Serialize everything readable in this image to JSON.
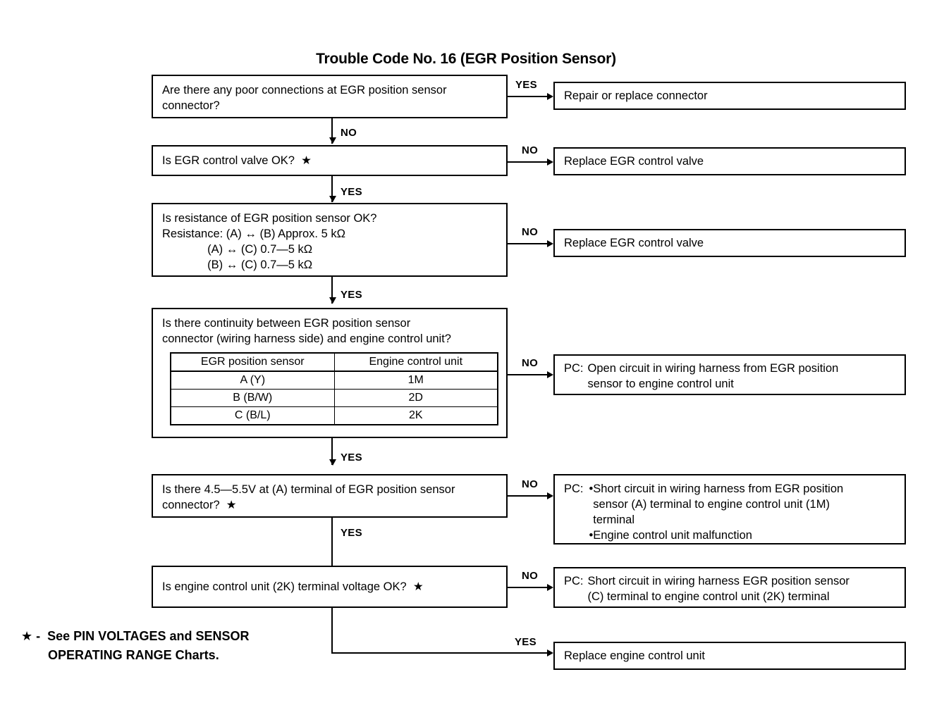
{
  "title": "Trouble Code No. 16 (EGR Position Sensor)",
  "labels": {
    "yes": "YES",
    "no": "NO"
  },
  "steps": [
    {
      "id": "q1",
      "question_line1": "Are there any poor connections at EGR position sensor",
      "question_line2": "connector?",
      "branch_label": "YES",
      "result_line1": "Repair or replace connector",
      "down_label": "NO"
    },
    {
      "id": "q2",
      "question_line1": "Is EGR control valve OK?  ★",
      "branch_label": "NO",
      "result_line1": "Replace EGR control valve",
      "down_label": "YES"
    },
    {
      "id": "q3",
      "question_line1": "Is resistance of EGR position sensor OK?",
      "question_line2": "Resistance: (A) ↔ (B) Approx. 5 kΩ",
      "question_line3": "              (A) ↔ (C) 0.7—5 kΩ",
      "question_line4": "              (B) ↔ (C) 0.7—5 kΩ",
      "branch_label": "NO",
      "result_line1": "Replace EGR control valve",
      "down_label": "YES"
    },
    {
      "id": "q4",
      "question_line1": "Is there continuity between EGR position sensor",
      "question_line2": "connector (wiring harness side) and engine control unit?",
      "branch_label": "NO",
      "result_pc_label": "PC:",
      "result_line1": "Open circuit in wiring harness from EGR position",
      "result_line2": "sensor to engine control unit",
      "down_label": "YES"
    },
    {
      "id": "q5",
      "question_line1": "Is there 4.5—5.5V at (A) terminal of EGR position sensor",
      "question_line2": "connector?  ★",
      "branch_label": "NO",
      "down_label": "YES"
    },
    {
      "id": "q6",
      "question_line1": "Is engine control unit (2K) terminal voltage OK?  ★",
      "branch_label": "NO",
      "down_label": "YES"
    }
  ],
  "continuity_table": {
    "headers": [
      "EGR position sensor",
      "Engine control unit"
    ],
    "rows": [
      [
        "A (Y)",
        "1M"
      ],
      [
        "B (B/W)",
        "2D"
      ],
      [
        "C (B/L)",
        "2K"
      ]
    ]
  },
  "pc_short_a": {
    "label": "PC:",
    "bullet": "•",
    "item1_line1": "Short circuit in wiring harness from EGR position",
    "item1_line2": "sensor (A) terminal to engine control unit (1M)",
    "item1_line3": "terminal",
    "item2_line1": "Engine control unit malfunction"
  },
  "pc_short_c": {
    "label": "PC:",
    "line1": "Short circuit in wiring harness EGR position sensor",
    "line2": "(C) terminal to engine control unit (2K) terminal"
  },
  "final_result": {
    "branch_label": "YES",
    "text": "Replace engine control unit"
  },
  "footnote": {
    "line1": "★ -  See PIN VOLTAGES and SENSOR",
    "line2": "OPERATING RANGE Charts."
  },
  "colors": {
    "ink": "#000000",
    "paper": "#ffffff"
  }
}
